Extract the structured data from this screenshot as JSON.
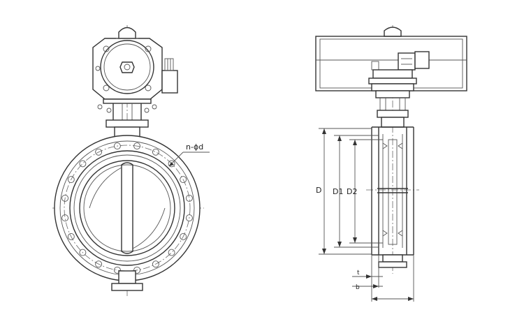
{
  "labels": {
    "bolt_holes": "n-ϕd",
    "dim_D": "D",
    "dim_D1": "D1",
    "dim_D2": "D2",
    "dim_t": "t",
    "dim_b": "b"
  },
  "colors": {
    "line": "#333333",
    "background": "#ffffff"
  }
}
